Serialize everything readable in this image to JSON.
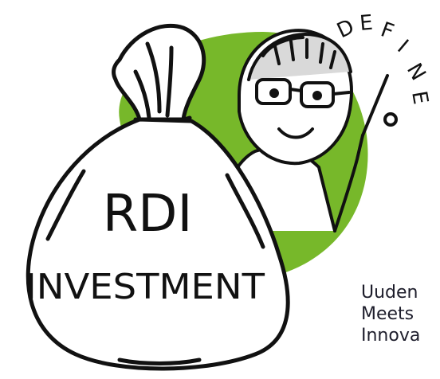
{
  "illustration": {
    "bag_label_line1": "RDI",
    "bag_label_line2": "INVESTMENT",
    "sign_letters": [
      "D",
      "E",
      "F",
      "I",
      "N",
      "E"
    ],
    "accent_color": "#77b82a",
    "ink_color": "#111111",
    "bag_fill": "#ffffff"
  },
  "caption": {
    "line1": "Uuden",
    "line2": "Meets",
    "line3": "Innova"
  }
}
